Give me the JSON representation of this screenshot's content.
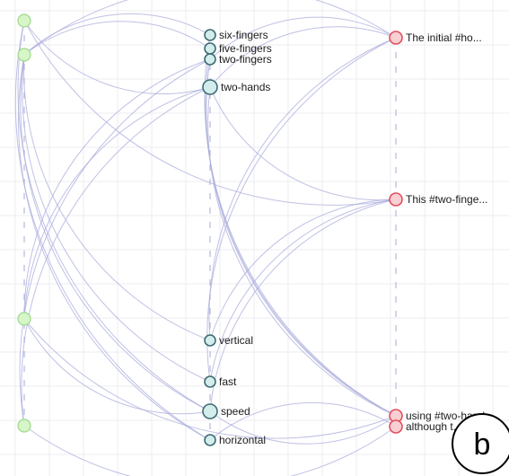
{
  "diagram": {
    "colors": {
      "left_node_fill": "#d6f5c8",
      "left_node_stroke": "#9fd98a",
      "mid_node_fill": "#d3ecec",
      "mid_node_stroke": "#3d6b73",
      "right_node_fill": "#f9cfd3",
      "right_node_stroke": "#e0505f",
      "edge": "#a9acdc",
      "grid": "#ececf2",
      "axis_dash": "#b8b8d8"
    },
    "left_nodes": [
      {
        "id": "L1",
        "label": ""
      },
      {
        "id": "L2",
        "label": ""
      },
      {
        "id": "L3",
        "label": ""
      },
      {
        "id": "L4",
        "label": ""
      }
    ],
    "middle_nodes": [
      {
        "id": "M1",
        "label": "six-fingers"
      },
      {
        "id": "M2",
        "label": "five-fingers"
      },
      {
        "id": "M3",
        "label": "two-fingers"
      },
      {
        "id": "M4",
        "label": "two-hands"
      },
      {
        "id": "M5",
        "label": "vertical"
      },
      {
        "id": "M6",
        "label": "fast"
      },
      {
        "id": "M7",
        "label": "speed"
      },
      {
        "id": "M8",
        "label": "horizontal"
      }
    ],
    "right_nodes": [
      {
        "id": "R1",
        "label": "The initial #ho..."
      },
      {
        "id": "R2",
        "label": "This #two-finge..."
      },
      {
        "id": "R3",
        "label": "using #two-hand..."
      },
      {
        "id": "R4",
        "label": "although t..."
      }
    ],
    "edges": [
      [
        "L1",
        "M4"
      ],
      [
        "L1",
        "R2"
      ],
      [
        "L1",
        "M7"
      ],
      [
        "L1",
        "M8"
      ],
      [
        "L2",
        "M1"
      ],
      [
        "L2",
        "M2"
      ],
      [
        "L2",
        "R1"
      ],
      [
        "L2",
        "M5"
      ],
      [
        "L2",
        "M6"
      ],
      [
        "L2",
        "M7"
      ],
      [
        "L2",
        "M8"
      ],
      [
        "L3",
        "M4"
      ],
      [
        "L3",
        "M3"
      ],
      [
        "L3",
        "M7"
      ],
      [
        "L3",
        "R3"
      ],
      [
        "L4",
        "M4"
      ],
      [
        "L4",
        "R4"
      ],
      [
        "L4",
        "M3"
      ],
      [
        "M1",
        "R3"
      ],
      [
        "M2",
        "R3"
      ],
      [
        "M3",
        "R3"
      ],
      [
        "M3",
        "R1"
      ],
      [
        "M4",
        "R3"
      ],
      [
        "M4",
        "R2"
      ],
      [
        "M4",
        "R1"
      ],
      [
        "M5",
        "R1"
      ],
      [
        "M5",
        "R2"
      ],
      [
        "M6",
        "R2"
      ],
      [
        "M6",
        "R1"
      ],
      [
        "M7",
        "R3"
      ],
      [
        "M7",
        "R2"
      ],
      [
        "M8",
        "R4"
      ]
    ]
  },
  "panel_badge": {
    "label": "b"
  }
}
